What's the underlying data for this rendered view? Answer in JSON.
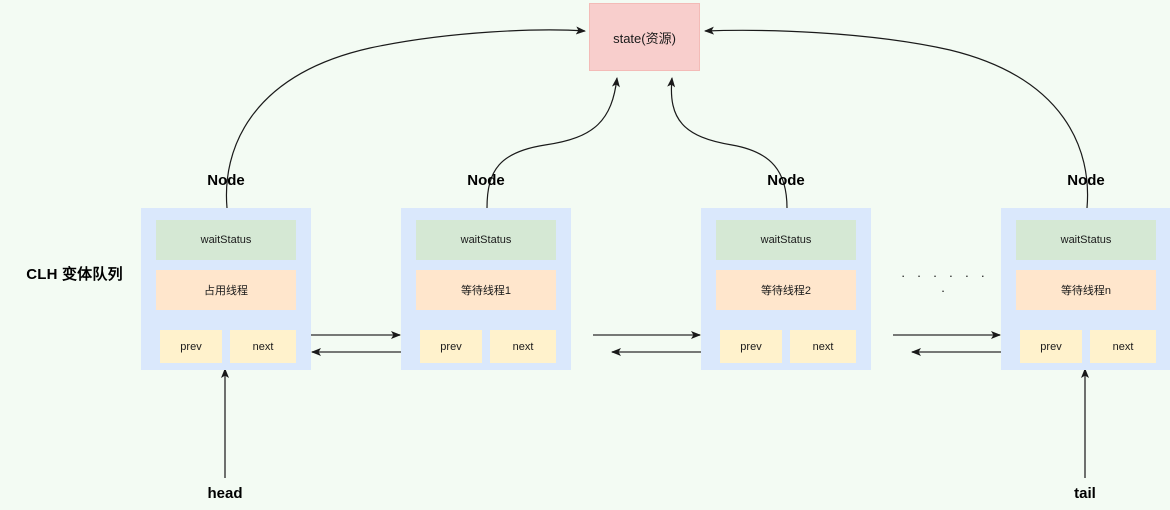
{
  "diagram": {
    "title_label": "CLH 变体队列",
    "state": {
      "label": "state(资源)",
      "color": "#f8cecc"
    },
    "ellipsis": "· · · · · · ·",
    "pointers": {
      "head": "head",
      "tail": "tail"
    },
    "node_title": "Node",
    "field_labels": {
      "wait_status": "waitStatus",
      "prev": "prev",
      "next": "next"
    },
    "colors": {
      "background": "#f3fbf3",
      "node_fill": "#dae8fc",
      "wait_status_fill": "#d5e8d4",
      "thread_fill": "#ffe6cc",
      "pointer_fill": "#fff2cc",
      "state_fill": "#f8cecc",
      "arrow": "#4d4d4d"
    },
    "nodes": [
      {
        "title": "Node",
        "wait_status": "waitStatus",
        "thread": "占用线程",
        "prev": "prev",
        "next": "next"
      },
      {
        "title": "Node",
        "wait_status": "waitStatus",
        "thread": "等待线程1",
        "prev": "prev",
        "next": "next"
      },
      {
        "title": "Node",
        "wait_status": "waitStatus",
        "thread": "等待线程2",
        "prev": "prev",
        "next": "next"
      },
      {
        "title": "Node",
        "wait_status": "waitStatus",
        "thread": "等待线程n",
        "prev": "prev",
        "next": "next"
      }
    ]
  }
}
